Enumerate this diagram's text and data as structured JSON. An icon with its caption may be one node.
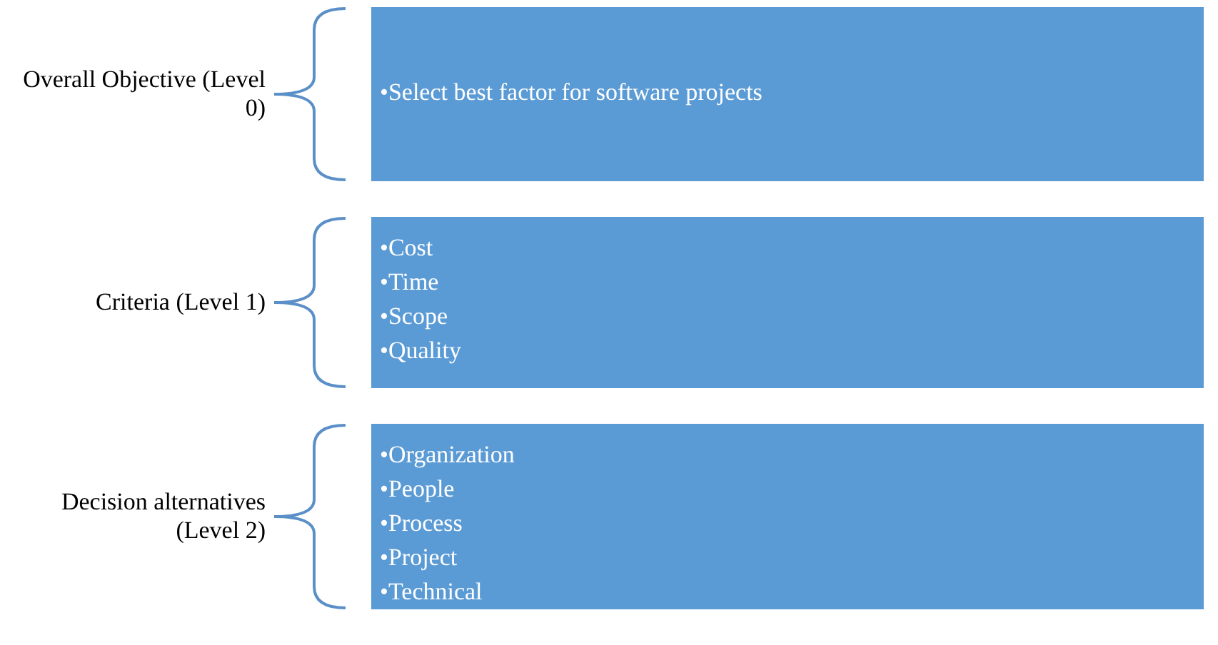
{
  "diagram": {
    "nodes": [
      {
        "text": [
          "Overall Objective (Level 0)",
          "•Select best factor for software projects"
        ]
      },
      {
        "text": [
          "Criteria (Level 1)",
          "•Cost",
          "•Time",
          "•Scope",
          "•Quality"
        ]
      },
      {
        "text": [
          "Decision alternatives (Level 2)",
          "•Organization",
          "•People",
          "•Process",
          "•Project",
          "•Technical"
        ]
      }
    ],
    "edges": []
  }
}
